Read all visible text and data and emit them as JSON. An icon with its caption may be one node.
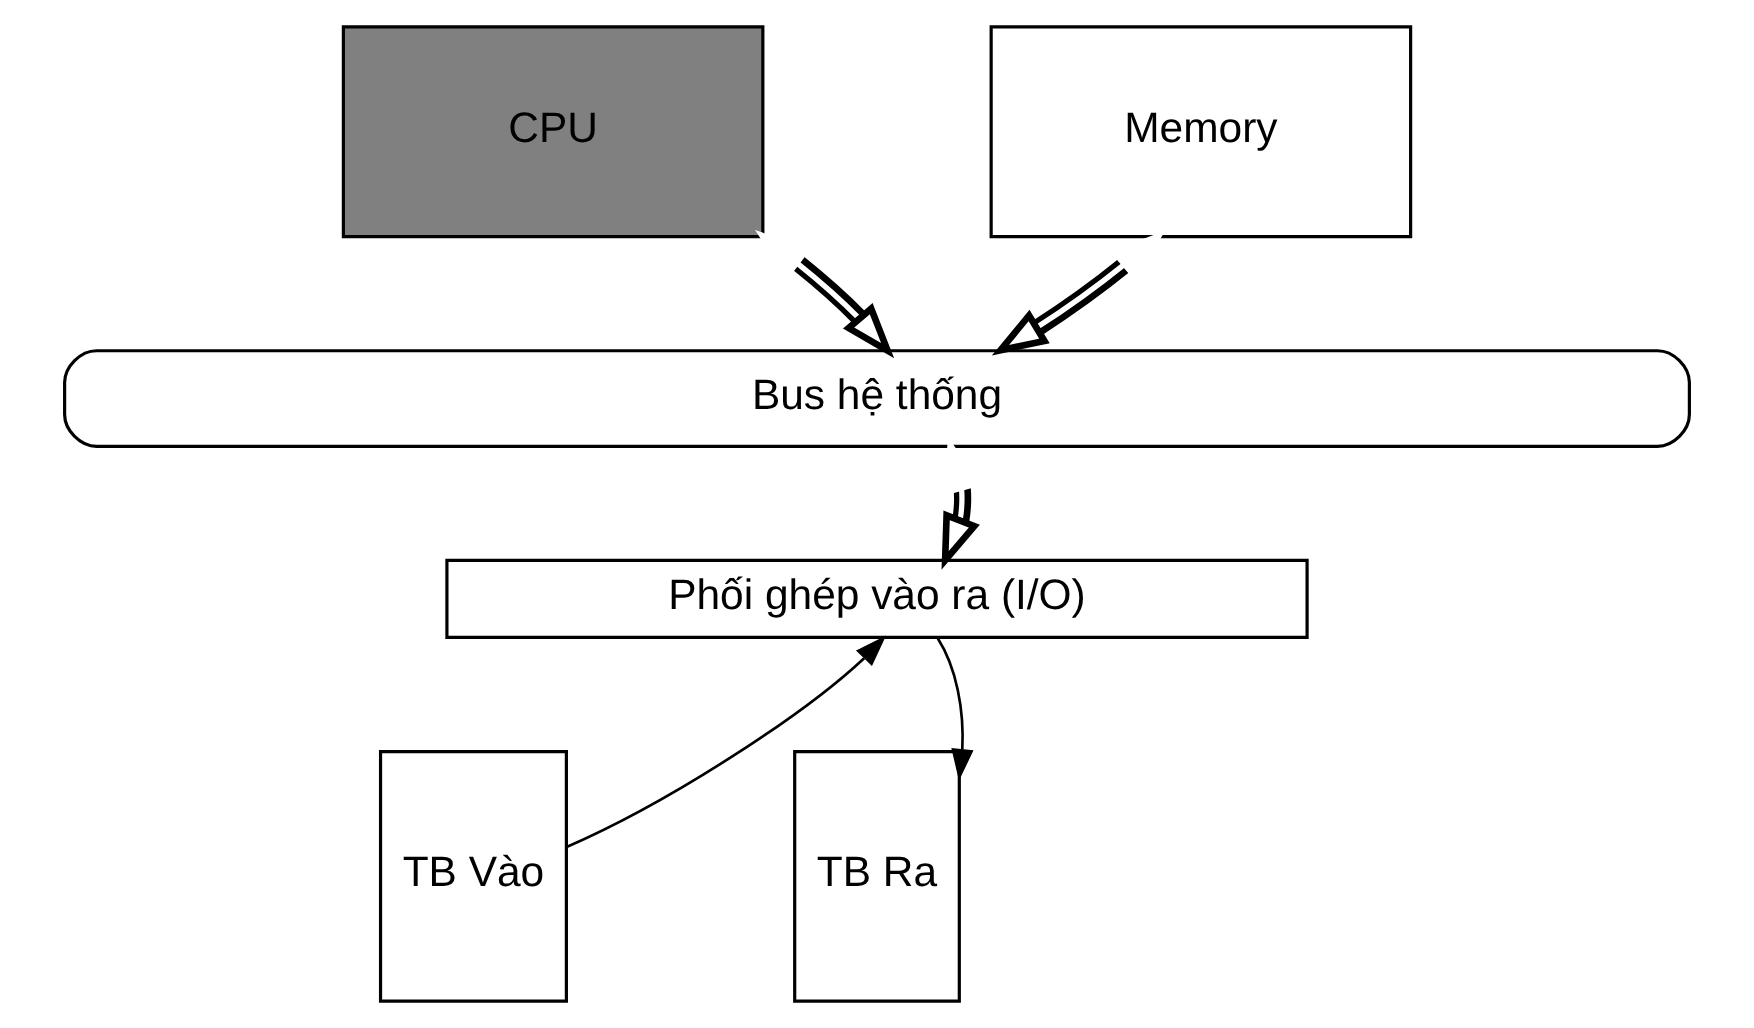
{
  "diagram": {
    "nodes": [
      {
        "text": [
          "CPU"
        ]
      },
      {
        "text": [
          "Memory"
        ]
      },
      {
        "text": [
          "Bus hệ thống"
        ]
      },
      {
        "text": [
          "Phối ghép vào ra (I/O)"
        ]
      },
      {
        "text": [
          "TB Vào"
        ]
      },
      {
        "text": [
          "TB Ra"
        ]
      }
    ],
    "edges": [
      {
        "from": 0,
        "to": 2,
        "arrow": "both"
      },
      {
        "from": 1,
        "to": 2,
        "arrow": "both"
      },
      {
        "from": 2,
        "to": 3,
        "arrow": "both"
      },
      {
        "from": 4,
        "to": 3,
        "arrow": "to"
      },
      {
        "from": 3,
        "to": 5,
        "arrow": "to"
      }
    ]
  }
}
